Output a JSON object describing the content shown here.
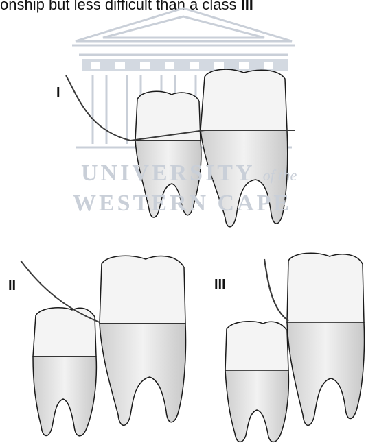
{
  "caption_fragment": {
    "text": "onship but less difficult than a class ",
    "tail": "III"
  },
  "watermark": {
    "line1": "UNIVERSITY",
    "line1_suffix": "of the",
    "line2": "WESTERN CAPE",
    "color": "#c9cfd8"
  },
  "panels": [
    {
      "label": "I"
    },
    {
      "label": "II"
    },
    {
      "label": "III"
    }
  ],
  "colors": {
    "tooth_fill": "#f4f4f4",
    "root_fill": "#dedede",
    "outline": "#1a1a1a",
    "bone_line": "#3a3a3a"
  }
}
